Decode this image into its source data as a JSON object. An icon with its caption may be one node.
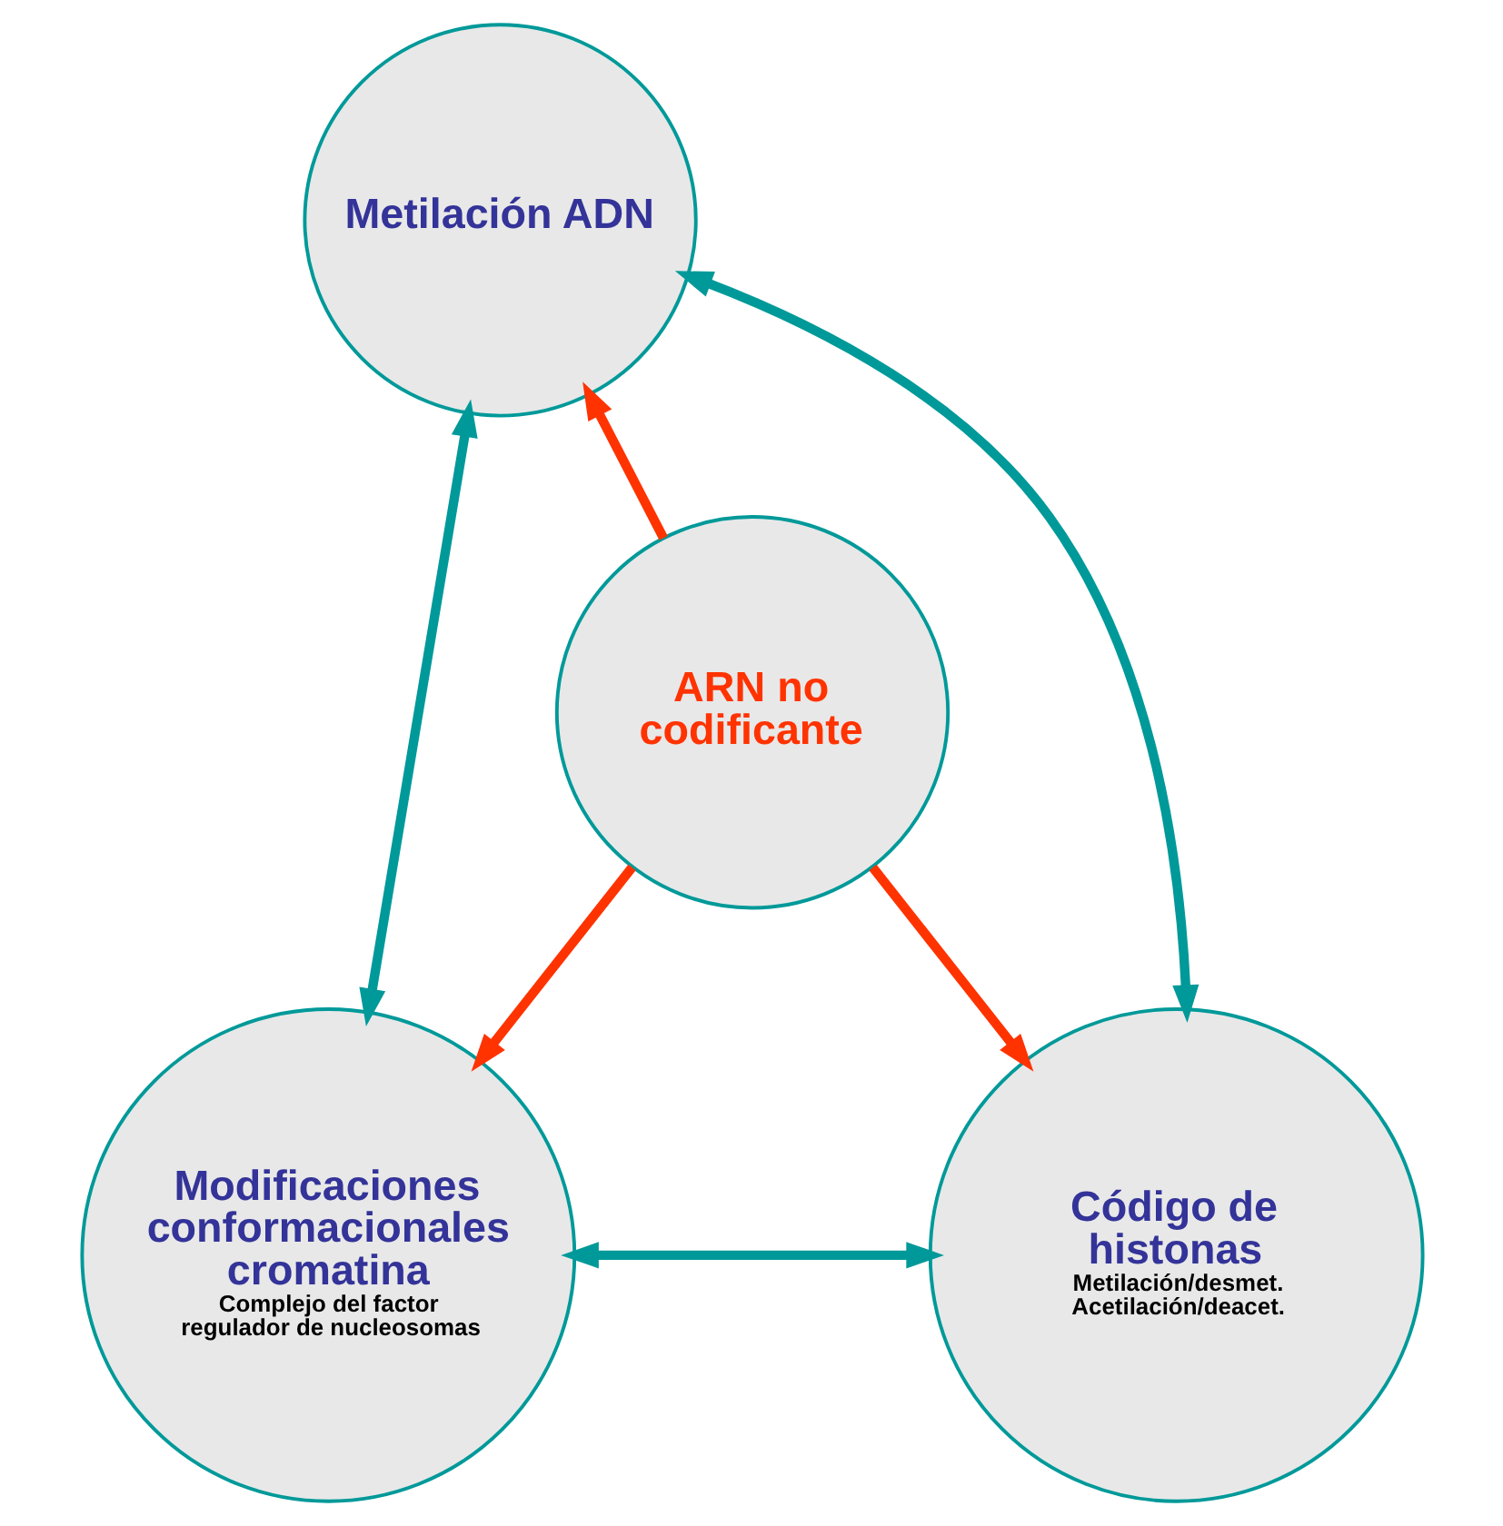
{
  "diagram": {
    "nodes": [
      {
        "text": [
          "Metilación ADN"
        ]
      },
      {
        "text": [
          "ARN no codificante"
        ]
      },
      {
        "text": [
          "Modificaciones conformacionales cromatina",
          "Complejo del factor regulador de nucleosomas"
        ]
      },
      {
        "text": [
          "Código de histonas",
          "Metilación/desmet. Acetilación/deacet."
        ]
      }
    ],
    "edges": [
      {
        "from": 1,
        "to": 0,
        "arrow": "to",
        "color": "#ff3300"
      },
      {
        "from": 0,
        "to": 2,
        "arrow": "both",
        "color": "#009999"
      },
      {
        "from": 0,
        "to": 3,
        "arrow": "both",
        "color": "#009999"
      },
      {
        "from": 1,
        "to": 2,
        "arrow": "to",
        "color": "#ff3300"
      },
      {
        "from": 1,
        "to": 3,
        "arrow": "to",
        "color": "#ff3300"
      },
      {
        "from": 2,
        "to": 3,
        "arrow": "both",
        "color": "#009999"
      }
    ]
  }
}
